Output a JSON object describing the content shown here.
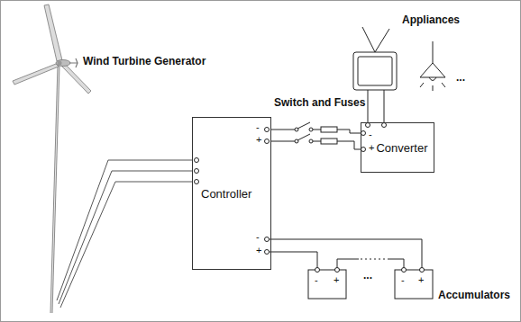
{
  "diagram": {
    "nodes": [
      {
        "text": [
          "Controller"
        ]
      },
      {
        "text": [
          "Converter"
        ]
      }
    ],
    "edges": [
      {
        "from": 0,
        "to": 1,
        "arrow": "none"
      }
    ],
    "labels": [
      "Wind Turbine Generator",
      "Switch and Fuses",
      "Appliances",
      "...",
      "Accumulators",
      "...",
      "-",
      "+",
      "-",
      "+",
      "-",
      "+",
      "-",
      "+",
      "-",
      "+"
    ]
  }
}
